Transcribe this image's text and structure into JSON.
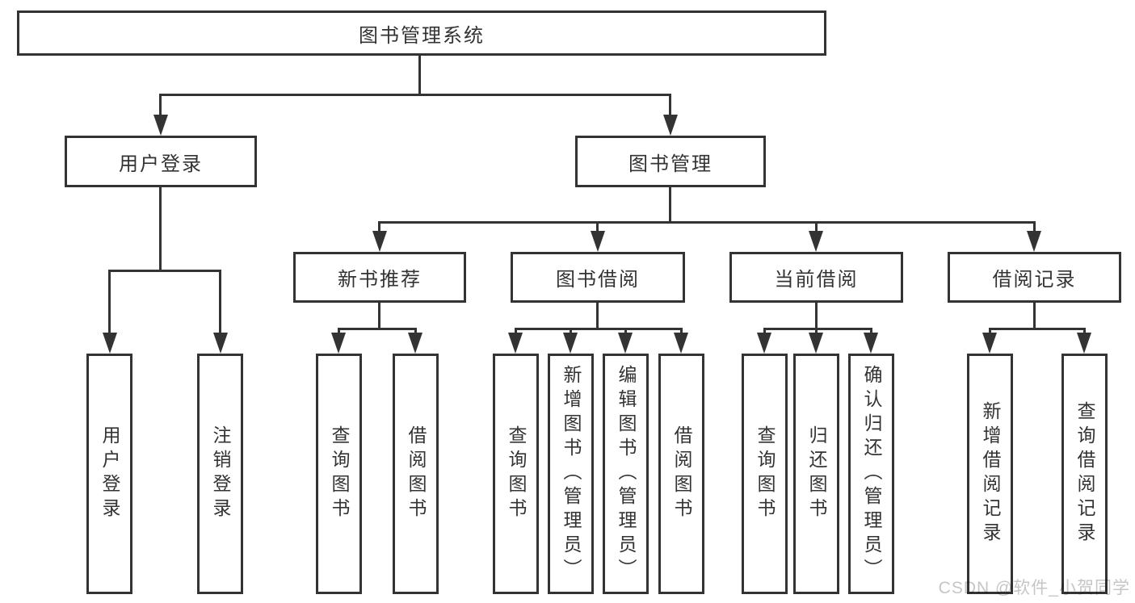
{
  "diagram": {
    "root": "图书管理系统",
    "branches": [
      {
        "label": "用户登录",
        "children": [
          "用户登录",
          "注销登录"
        ]
      },
      {
        "label": "图书管理",
        "sections": [
          {
            "label": "新书推荐",
            "children": [
              "查询图书",
              "借阅图书"
            ]
          },
          {
            "label": "图书借阅",
            "children": [
              "查询图书",
              "新增图书（管理员）",
              "编辑图书（管理员）",
              "借阅图书"
            ]
          },
          {
            "label": "当前借阅",
            "children": [
              "查询图书",
              "归还图书",
              "确认归还（管理员）"
            ]
          },
          {
            "label": "借阅记录",
            "children": [
              "新增借阅记录",
              "查询借阅记录"
            ]
          }
        ]
      }
    ]
  },
  "watermark": "CSDN @软件_小贺同学",
  "colors": {
    "line": "#333333",
    "text": "#333333",
    "watermark": "#c6c6c6",
    "bg": "#ffffff"
  }
}
